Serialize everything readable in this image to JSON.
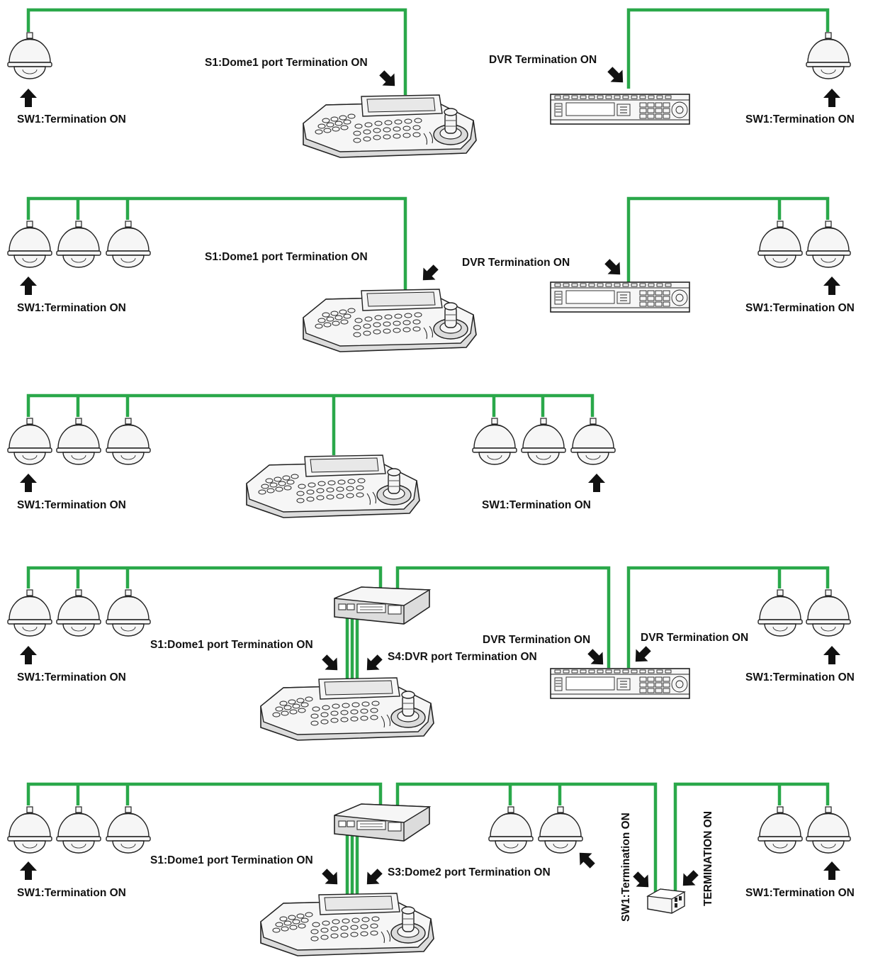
{
  "colors": {
    "wire": "#2aa84a",
    "ink": "#222222",
    "device_fill": "#f6f6f6",
    "device_shade": "#dcdcdc"
  },
  "icons": {
    "dome": "dome-camera-icon",
    "keyboard": "ptz-keyboard-controller-icon",
    "dvr": "dvr-recorder-icon",
    "hub": "distribution-hub-icon",
    "box": "junction-box-icon",
    "arrow": "pointer-arrow-icon"
  },
  "labels": {
    "sw1_termination": "SW1:Termination ON",
    "s1_dome1_termination": "S1:Dome1 port  Termination ON",
    "dvr_termination": "DVR Termination ON",
    "s4_dvr_termination": "S4:DVR port  Termination ON",
    "s3_dome2_termination": "S3:Dome2 port  Termination ON",
    "termination_on_caps": "TERMINATION ON"
  }
}
